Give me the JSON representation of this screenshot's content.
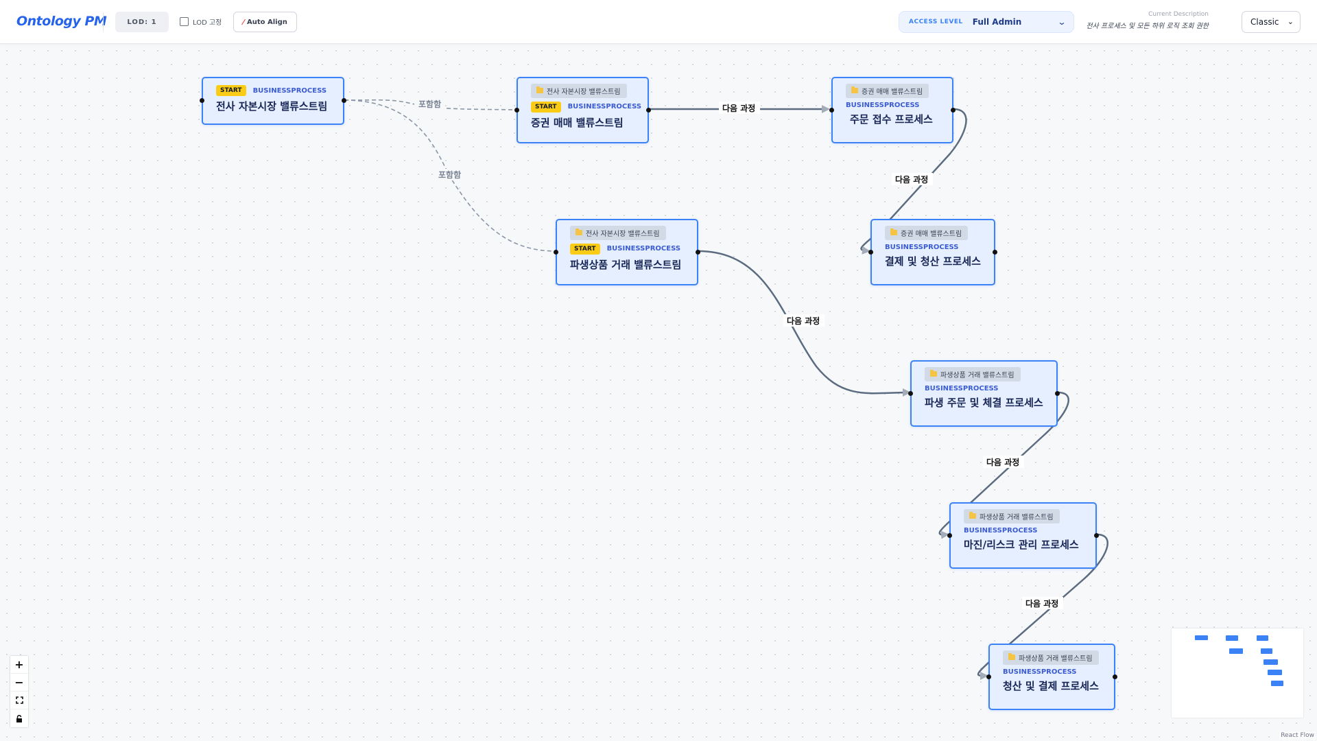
{
  "header": {
    "logo": "Ontology PM",
    "lod_badge": "LOD: 1",
    "lod_fix_label": "LOD 고정",
    "auto_align_label": "Auto Align",
    "access_label": "ACCESS LEVEL",
    "access_value": "Full Admin",
    "current_description_label": "Current Description",
    "current_description_text": "전사 프로세스 및 모든 하위 로직 조회 권한",
    "theme_value": "Classic"
  },
  "nodes": [
    {
      "id": "n1",
      "parent": "",
      "start": "START",
      "type": "BUSINESSPROCESS",
      "title": "전사 자본시장 밸류스트림"
    },
    {
      "id": "n2",
      "parent": "전사 자본시장 밸류스트림",
      "start": "START",
      "type": "BUSINESSPROCESS",
      "title": "증권 매매 밸류스트림"
    },
    {
      "id": "n3",
      "parent": "증권 매매 밸류스트림",
      "start": "",
      "type": "BUSINESSPROCESS",
      "title": "주문 접수 프로세스"
    },
    {
      "id": "n4",
      "parent": "증권 매매 밸류스트림",
      "start": "",
      "type": "BUSINESSPROCESS",
      "title": "결제 및 청산 프로세스"
    },
    {
      "id": "n5",
      "parent": "전사 자본시장 밸류스트림",
      "start": "START",
      "type": "BUSINESSPROCESS",
      "title": "파생상품 거래 밸류스트림"
    },
    {
      "id": "n6",
      "parent": "파생상품 거래 밸류스트림",
      "start": "",
      "type": "BUSINESSPROCESS",
      "title": "파생 주문 및 체결 프로세스"
    },
    {
      "id": "n7",
      "parent": "파생상품 거래 밸류스트림",
      "start": "",
      "type": "BUSINESSPROCESS",
      "title": "마진/리스크 관리 프로세스"
    },
    {
      "id": "n8",
      "parent": "파생상품 거래 밸류스트림",
      "start": "",
      "type": "BUSINESSPROCESS",
      "title": "청산 및 결제 프로세스"
    }
  ],
  "edges": [
    {
      "from": "n1",
      "to": "n2",
      "label": "포함함",
      "style": "contains"
    },
    {
      "from": "n1",
      "to": "n5",
      "label": "포함함",
      "style": "contains"
    },
    {
      "from": "n2",
      "to": "n3",
      "label": "다음 과정",
      "style": "next"
    },
    {
      "from": "n3",
      "to": "n4",
      "label": "다음 과정",
      "style": "next"
    },
    {
      "from": "n5",
      "to": "n6",
      "label": "다음 과정",
      "style": "next"
    },
    {
      "from": "n6",
      "to": "n7",
      "label": "다음 과정",
      "style": "next"
    },
    {
      "from": "n7",
      "to": "n8",
      "label": "다음 과정",
      "style": "next"
    }
  ],
  "controls": {
    "zoom_in": "+",
    "zoom_out": "−"
  },
  "attribution": "React Flow",
  "colors": {
    "node_border": "#3b82f6",
    "node_fill": "#e6efff",
    "start_badge": "#facc15",
    "edge_next": "#5b6b80",
    "edge_contains": "#8a96a6",
    "brand": "#2563eb"
  }
}
